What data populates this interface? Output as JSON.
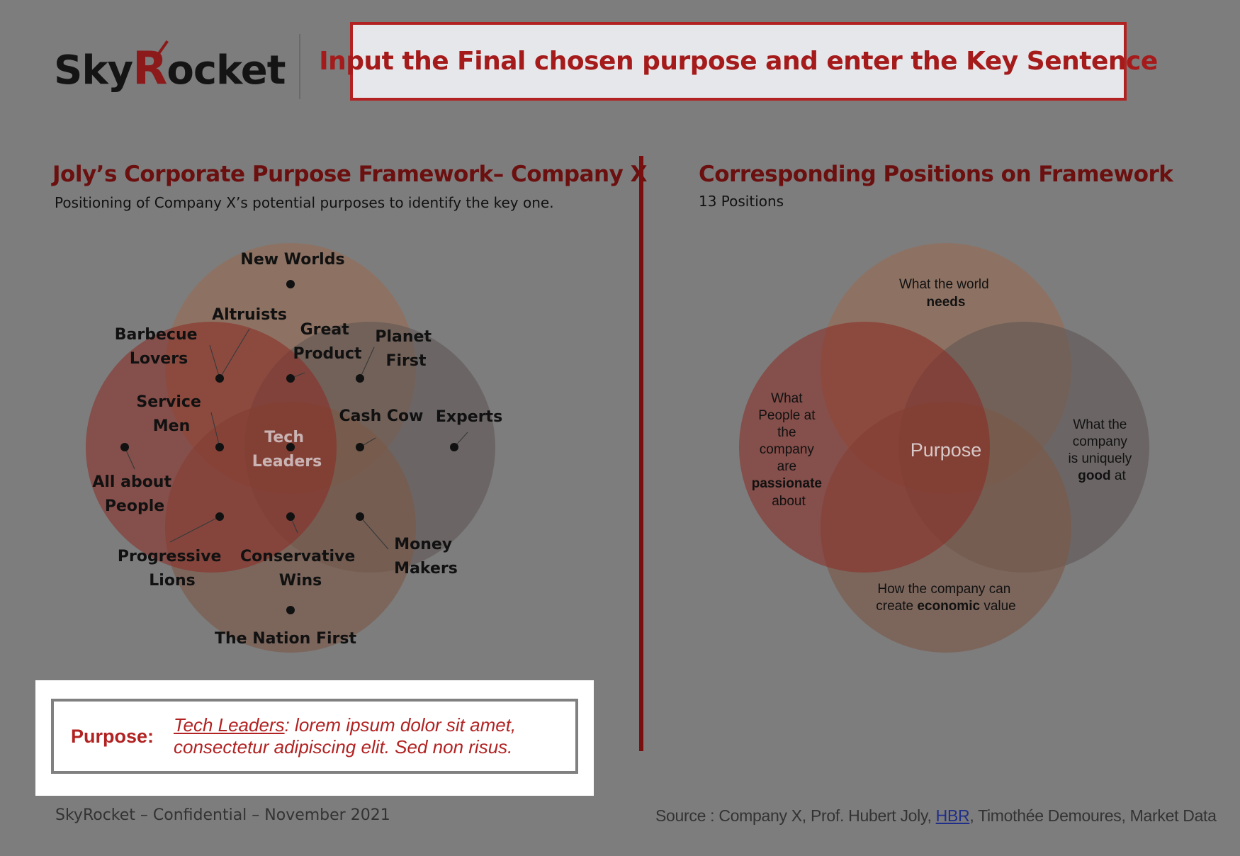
{
  "logo": {
    "text_prefix": "Sky",
    "text_r": "R",
    "text_suffix": "ocket"
  },
  "callout": {
    "text": "Input the Final chosen purpose and enter the Key Sentence"
  },
  "left_section": {
    "title": "Joly’s Corporate Purpose Framework– Company X",
    "subtitle": "Positioning of Company X’s potential purposes to identify the key one."
  },
  "right_section": {
    "title": "Corresponding Positions on Framework",
    "subtitle": "13 Positions"
  },
  "venn_left": {
    "circles": [
      {
        "name": "top",
        "color": "#9a6a4e"
      },
      {
        "name": "left",
        "color": "#8c2a22"
      },
      {
        "name": "right",
        "color": "#5c5452"
      },
      {
        "name": "bottom",
        "color": "#7c5646"
      }
    ],
    "positions": [
      {
        "id": "new-worlds",
        "lines": [
          "New Worlds"
        ]
      },
      {
        "id": "altruists",
        "lines": [
          "Altruists"
        ]
      },
      {
        "id": "barbecue-lovers",
        "lines": [
          "Barbecue",
          "Lovers"
        ]
      },
      {
        "id": "great-product",
        "lines": [
          "Great",
          "Product"
        ]
      },
      {
        "id": "planet-first",
        "lines": [
          "Planet",
          "First"
        ]
      },
      {
        "id": "service-men",
        "lines": [
          "Service",
          "Men"
        ]
      },
      {
        "id": "tech-leaders",
        "lines": [
          "Tech",
          "Leaders"
        ]
      },
      {
        "id": "cash-cow",
        "lines": [
          "Cash Cow"
        ]
      },
      {
        "id": "experts",
        "lines": [
          "Experts"
        ]
      },
      {
        "id": "all-about-people",
        "lines": [
          "All about",
          "People"
        ]
      },
      {
        "id": "progressive-lions",
        "lines": [
          "Progressive",
          "Lions"
        ]
      },
      {
        "id": "conservative-wins",
        "lines": [
          "Conservative",
          "Wins"
        ]
      },
      {
        "id": "money-makers",
        "lines": [
          "Money",
          "Makers"
        ]
      },
      {
        "id": "nation-first",
        "lines": [
          "The Nation First"
        ]
      }
    ]
  },
  "venn_right": {
    "top": [
      "What the world",
      "needs"
    ],
    "left": [
      "What",
      "People at",
      "the",
      "company",
      "are",
      "passionate",
      "about"
    ],
    "right": [
      "What the",
      "company",
      "is uniquely",
      "good at"
    ],
    "bottom": [
      "How the company can",
      "create economic value"
    ],
    "center": "Purpose",
    "bold_words": {
      "top": "needs",
      "left": "passionate",
      "right": "good",
      "bottom": "economic"
    }
  },
  "purpose": {
    "label": "Purpose:",
    "link_text": "Tech Leaders",
    "line1_rest": ": lorem ipsum dolor sit amet,",
    "line2": "consectetur adipiscing elit. Sed non risus."
  },
  "footer": {
    "left": "SkyRocket – Confidential – November 2021",
    "right_prefix": "Source : Company X, Prof. Hubert Joly, ",
    "right_link": "HBR",
    "right_suffix": ", Timothée Demoures, Market Data"
  },
  "colors": {
    "accent": "#b22222",
    "title": "#6b0f0f",
    "background": "#7d7d7d",
    "divider": "#7a0f0f"
  }
}
